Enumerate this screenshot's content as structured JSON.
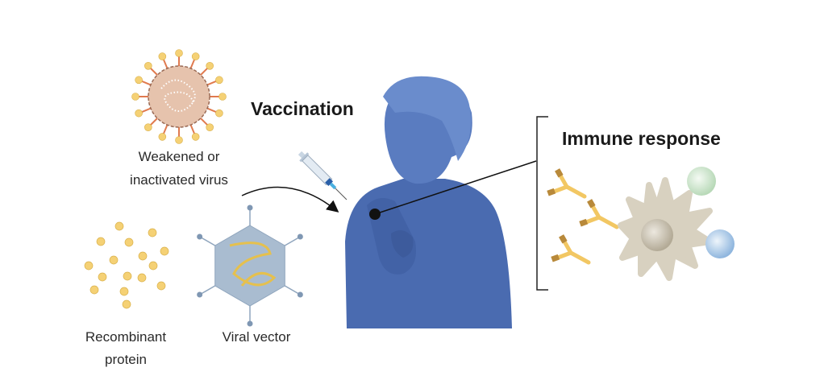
{
  "title_vaccination": "Vaccination",
  "title_immune": "Immune response",
  "labels": {
    "virus_line1": "Weakened or",
    "virus_line2": "inactivated virus",
    "protein_line1": "Recombinant",
    "protein_line2": "protein",
    "vector": "Viral vector"
  },
  "colors": {
    "person": "#4a6bb0",
    "person_head": "#6a8ccc",
    "virus": "#e6c3ad",
    "spike_tip": "#f5d175",
    "antibody": "#f2c763",
    "dendritic": "#d8d1c0",
    "green_cell": "#c9e3c9",
    "blue_cell": "#a9c8e6",
    "vector": "#a9bcd0"
  }
}
